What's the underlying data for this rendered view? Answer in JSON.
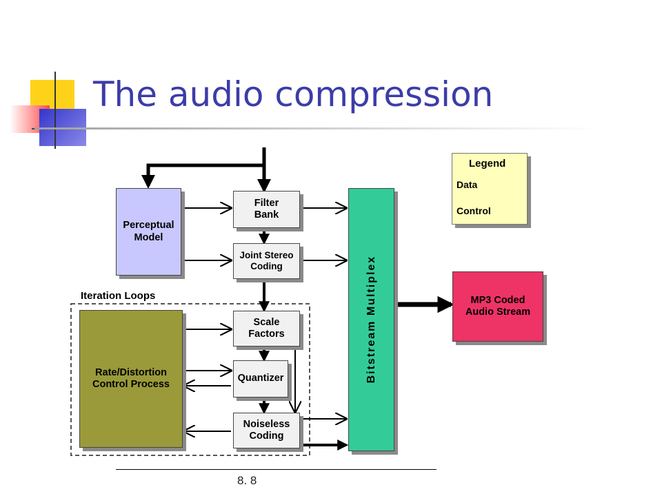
{
  "slide": {
    "title": "The audio compression",
    "page_number": "8. 8"
  },
  "diagram": {
    "blocks": {
      "perceptual_model": "Perceptual\nModel",
      "filter_bank": "Filter\nBank",
      "joint_stereo": "Joint Stereo\nCoding",
      "scale_factors": "Scale\nFactors",
      "quantizer": "Quantizer",
      "noiseless_coding": "Noiseless\nCoding",
      "rate_distortion": "Rate/Distortion\nControl Process",
      "bitstream_multiplex": "Bitstream Multiplex",
      "mp3_stream": "MP3 Coded\nAudio Stream"
    },
    "iteration_loops_label": "Iteration Loops",
    "legend": {
      "title": "Legend",
      "data_label": "Data",
      "control_label": "Control"
    },
    "colors": {
      "perceptual_model": "#c8c8ff",
      "rate_distortion": "#9a9a3a",
      "bitstream_multiplex": "#33cc99",
      "mp3_stream": "#ee3366",
      "legend": "#ffffbb",
      "title": "#3c3ca8"
    }
  }
}
